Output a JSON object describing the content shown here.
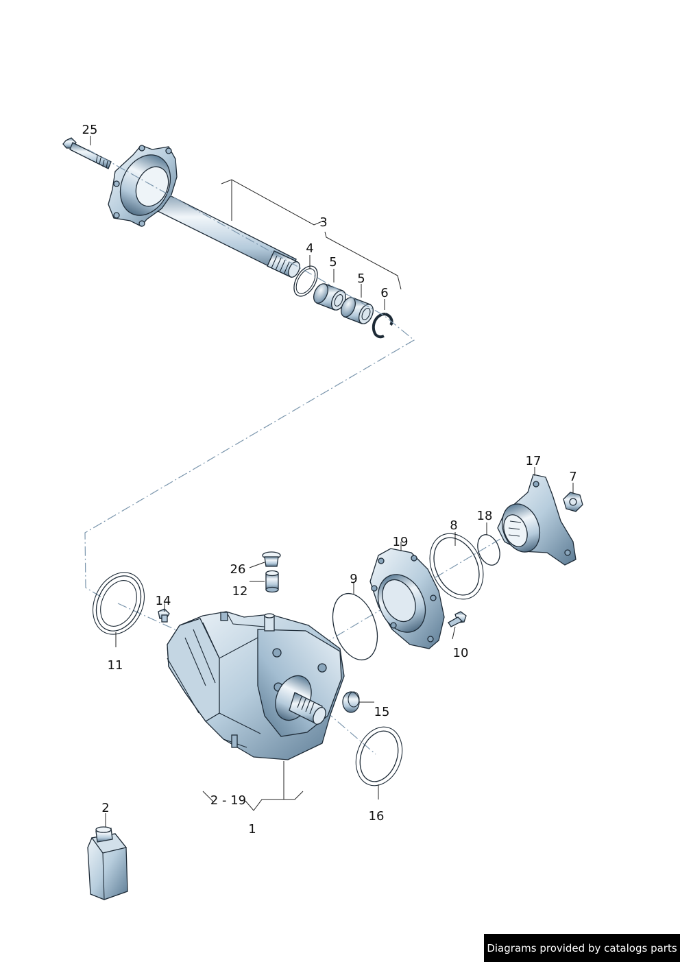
{
  "callouts": {
    "c1": "1",
    "c2": "2",
    "c2_19": "2 - 19",
    "c3": "3",
    "c4": "4",
    "c5a": "5",
    "c5b": "5",
    "c6": "6",
    "c7": "7",
    "c8": "8",
    "c9": "9",
    "c10": "10",
    "c11": "11",
    "c12": "12",
    "c14": "14",
    "c15": "15",
    "c16": "16",
    "c17": "17",
    "c18": "18",
    "c19": "19",
    "c25": "25",
    "c26": "26"
  },
  "footer": {
    "credit": "Diagrams provided by catalogs parts"
  },
  "colors": {
    "metal_light": "#eef4f8",
    "metal_mid": "#a9c3d6",
    "metal_dark": "#5f7f98",
    "outline": "#1d2a36",
    "centerline": "#7b96ad"
  }
}
